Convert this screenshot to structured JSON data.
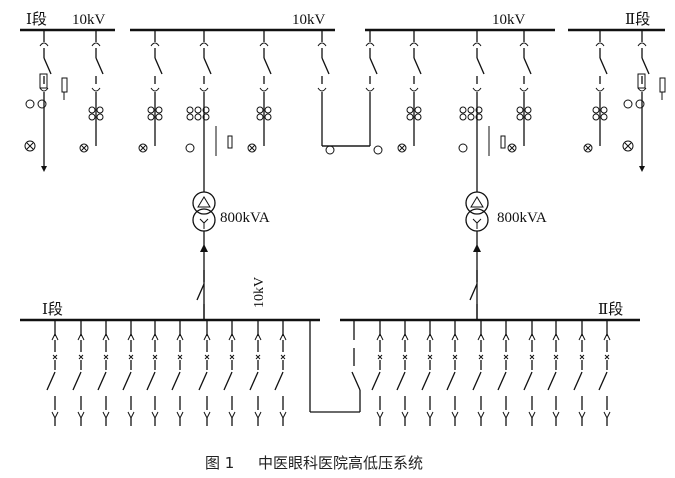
{
  "labels": {
    "hv_left_section": "Ⅰ段",
    "hv_left_voltage": "10kV",
    "hv_mid_voltage": "10kV",
    "hv_right_voltage": "10kV",
    "hv_right_section": "Ⅱ段",
    "t1_rating": "800kVA",
    "t2_rating": "800kVA",
    "lv_voltage": "10kV",
    "lv_left_section": "Ⅰ段",
    "lv_right_section": "Ⅱ段"
  },
  "caption": {
    "number": "图 1",
    "title": "中医眼科医院高低压系统"
  }
}
